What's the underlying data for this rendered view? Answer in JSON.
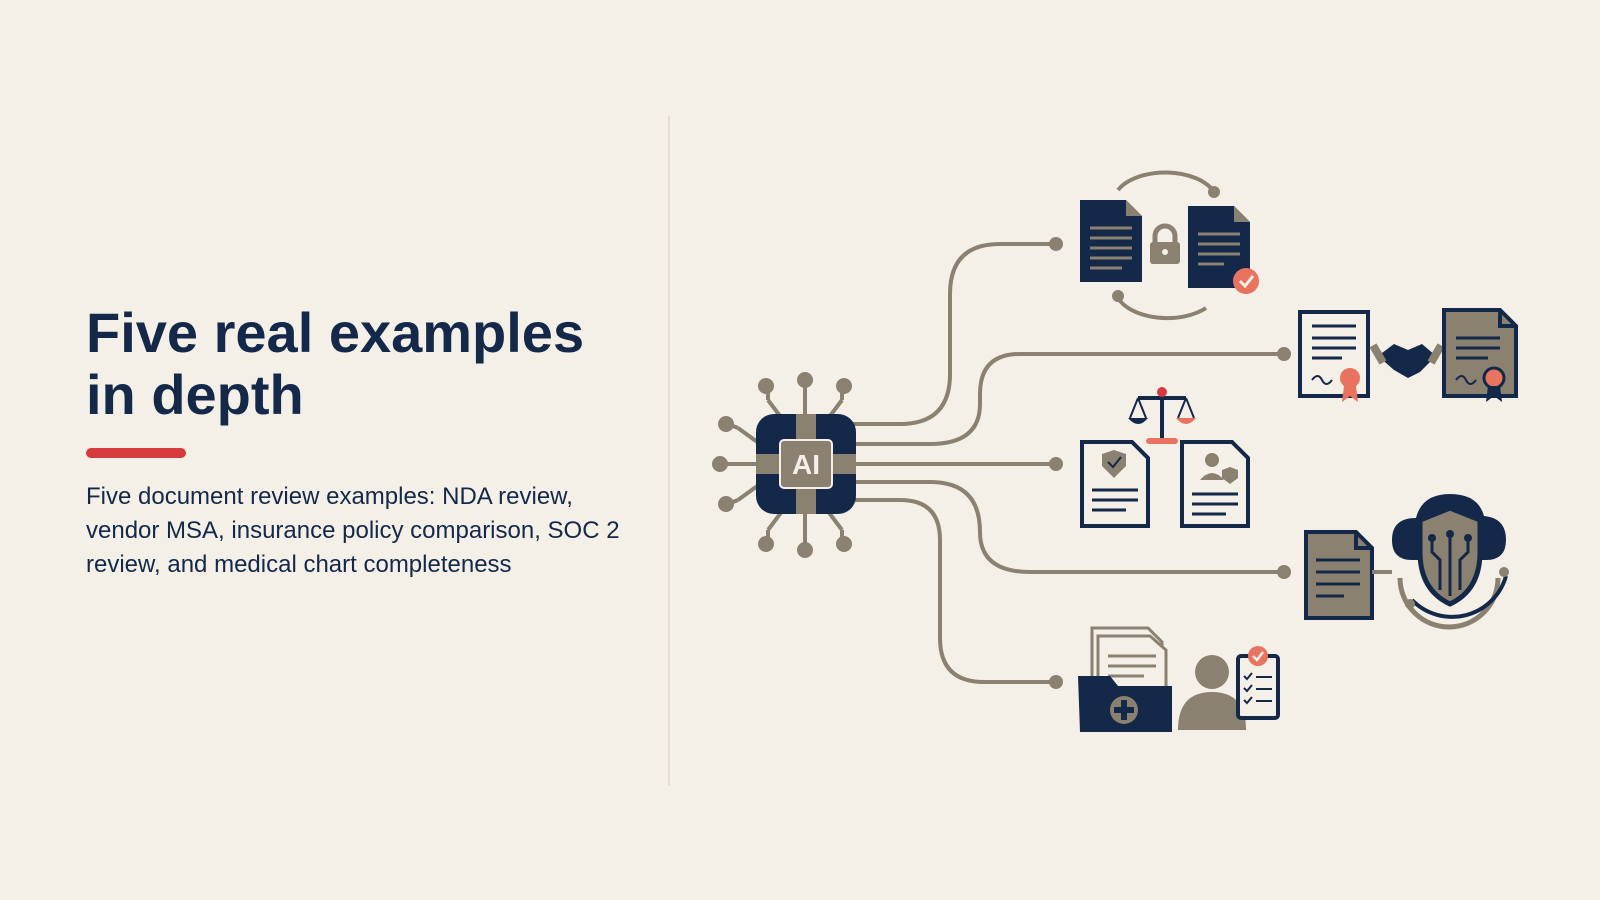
{
  "slide": {
    "title": "Five real examples in depth",
    "subtitle": "Five document review examples: NDA review, vendor MSA, insurance policy comparison, SOC 2 review, and medical chart completeness"
  },
  "diagram": {
    "hub_label": "AI",
    "colors": {
      "navy": "#14284a",
      "taupe": "#8b8170",
      "accent_red": "#d63a3f",
      "salmon": "#e8735e",
      "background": "#f4f0e8"
    },
    "icons": [
      "ai-chip-icon",
      "locked-documents-icon",
      "certificate-handshake-icon",
      "scales-documents-icon",
      "document-cloud-shield-icon",
      "medical-folder-checklist-icon"
    ]
  }
}
